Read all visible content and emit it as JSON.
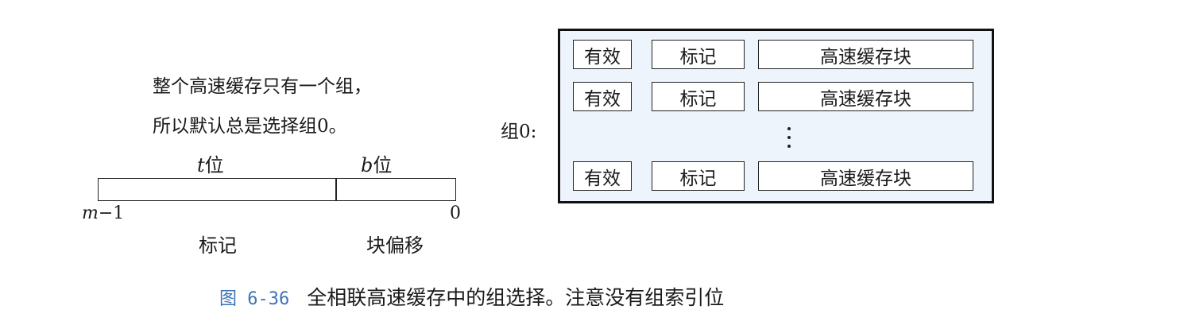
{
  "note": {
    "line1": "整个高速缓存只有一个组，",
    "line2": "所以默认总是选择组0。"
  },
  "address": {
    "tag_bits_var": "t",
    "tag_bits_suffix": "位",
    "offset_bits_var": "b",
    "offset_bits_suffix": "位",
    "left_index_var": "m",
    "left_index_suffix": "−1",
    "right_index": "0",
    "tag_field": "标记",
    "offset_field": "块偏移"
  },
  "set": {
    "label": "组0:",
    "lines": [
      {
        "valid": "有效",
        "tag": "标记",
        "block": "高速缓存块"
      },
      {
        "valid": "有效",
        "tag": "标记",
        "block": "高速缓存块"
      },
      {
        "valid": "有效",
        "tag": "标记",
        "block": "高速缓存块"
      }
    ],
    "ellipsis": "vertical-ellipsis"
  },
  "caption": {
    "figure_number": "图 6-36",
    "text": "全相联高速缓存中的组选择。注意没有组索引位"
  },
  "colors": {
    "set_box_fill": "#eef4fb",
    "caption_number": "#3d74b8"
  }
}
